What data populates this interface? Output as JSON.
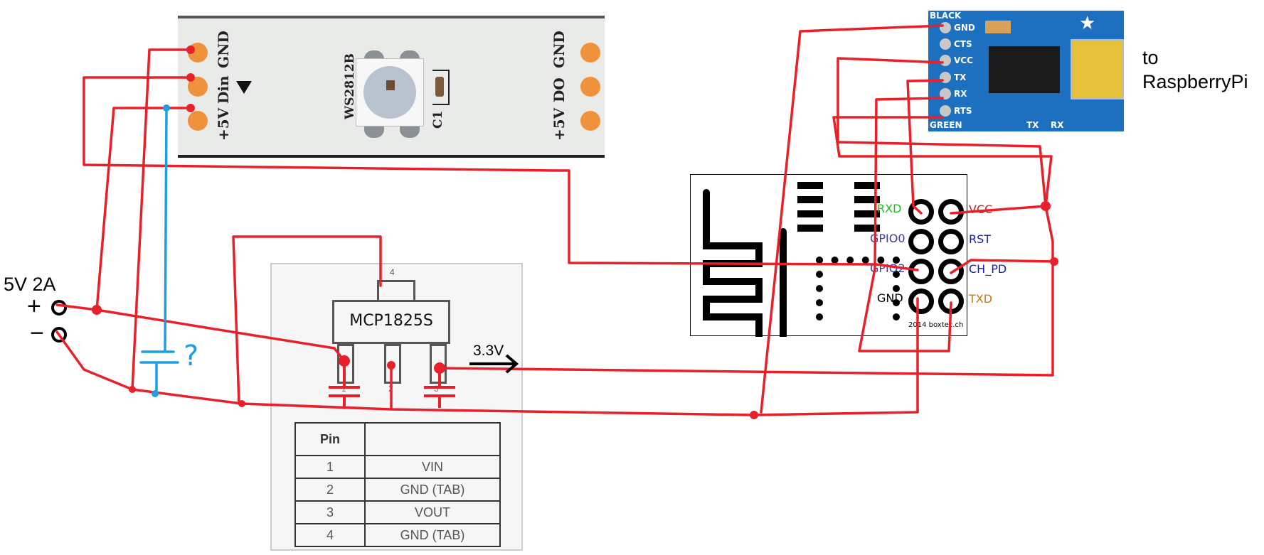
{
  "led_strip": {
    "chip_label": "WS2812B",
    "cap_label": "C1",
    "left_pads": [
      "GND",
      "Din",
      "+5V"
    ],
    "right_pads": [
      "GND",
      "DO",
      "+5V"
    ],
    "pad_color": "#f0913c"
  },
  "ftdi_board": {
    "top_label": "BLACK",
    "bottom_label": "GREEN",
    "pins": [
      "GND",
      "CTS",
      "VCC",
      "TX",
      "RX",
      "RTS"
    ],
    "leds": [
      "TX",
      "RX"
    ],
    "board_color": "#1d6fc0",
    "destination": "to RaspberryPi"
  },
  "esp_module": {
    "left_pins": [
      {
        "label": "RXD",
        "color": "#22b822"
      },
      {
        "label": "GPIO0",
        "color": "#3a3aa8"
      },
      {
        "label": "GPIO2",
        "color": "#3a3aa8"
      },
      {
        "label": "GND",
        "color": "#000000"
      }
    ],
    "right_pins": [
      {
        "label": "VCC",
        "color": "#cc2222"
      },
      {
        "label": "RST",
        "color": "#1b1bb0"
      },
      {
        "label": "CH_PD",
        "color": "#1b1bb0"
      },
      {
        "label": "TXD",
        "color": "#c87a10"
      }
    ],
    "credit": "2014 boxtec.ch"
  },
  "power_input": {
    "label": "5V 2A",
    "plus": "+",
    "minus": "−"
  },
  "capacitor_note": "?",
  "regulator": {
    "name": "MCP1825S",
    "tab_pin": "4",
    "leg_pins": [
      "1",
      "2",
      "3"
    ],
    "output_label": "3.3V",
    "table": {
      "header": [
        "Pin",
        ""
      ],
      "rows": [
        {
          "pin": "1",
          "function": "VIN"
        },
        {
          "pin": "2",
          "function": "GND (TAB)"
        },
        {
          "pin": "3",
          "function": "VOUT"
        },
        {
          "pin": "4",
          "function": "GND (TAB)"
        }
      ]
    }
  },
  "wire_colors": {
    "red": "#e8202a",
    "blue": "#1e9ee0"
  }
}
